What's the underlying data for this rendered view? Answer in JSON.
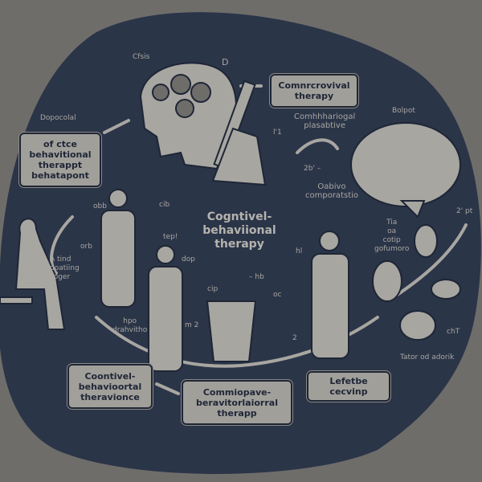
{
  "colors": {
    "background": "#6f6d6a",
    "blob": "#2b3548",
    "ink": "#a8a6a1",
    "box_text": "#1e2636"
  },
  "center_title": "Cogntivel-\nbehaviional\ntherapy",
  "boxes": {
    "top_left": "of ctce\nbehavitional\ntherappt\nbehatapont",
    "top_right": "Comnrcrovival\ntherapy",
    "bottom_left": "Coontivel-\nbehavioortal\ntheravionce",
    "bottom_center": "Commiopave-\nberavitorlaiorral\ntherapp",
    "bottom_right": "Lefetbe\ncecvinp"
  },
  "labels": {
    "dopocial": "Dopocolal",
    "cfsis": "Cfsis",
    "d_mark": "D",
    "comb": "Comhhhariogal\nplasabtive",
    "bolpot": "Bolpot",
    "oabive": "Oabivo\ncomporatstio",
    "num_2b": "2b' –",
    "tia": "Tia\noa\ncotip\ngofumoro",
    "a_tind": "A tind\ndoatiing\nsoger",
    "obb": "obb",
    "cib": "cib",
    "orb": "orb",
    "tep": "tep!",
    "dop": "dop",
    "hpo": "hpo\ndrahvitho",
    "hb": "– hb",
    "cip": "cip",
    "m2": "m 2",
    "oc": "oc",
    "two": "2",
    "tator": "Tator od adorik",
    "cht": "chT",
    "pt": "2' pt",
    "l1": "l'1",
    "hl": "hl"
  }
}
